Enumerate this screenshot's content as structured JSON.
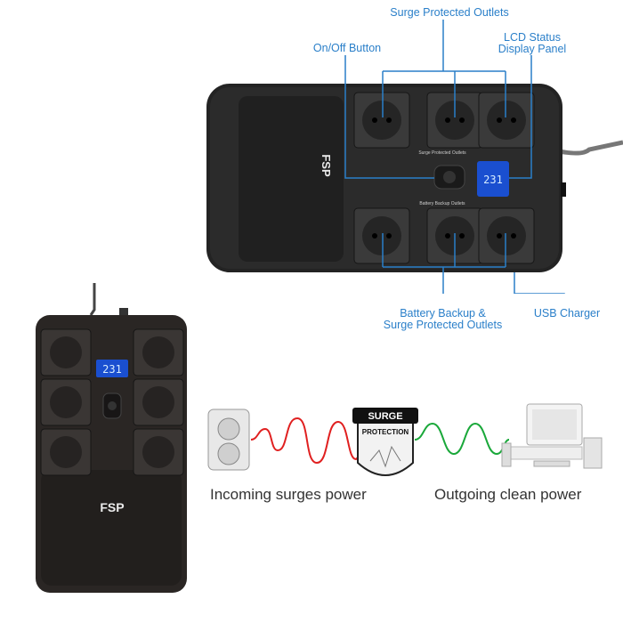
{
  "callouts": {
    "surge_outlets": "Surge Protected Outlets",
    "onoff": "On/Off Button",
    "lcd_line1": "LCD Status",
    "lcd_line2": "Display Panel",
    "battery_line1": "Battery Backup &",
    "battery_line2": "Surge Protected Outlets",
    "usb": "USB Charger"
  },
  "device": {
    "brand": "FSP",
    "lcd_value": "231",
    "panel_label_top": "Surge Protected Outlets",
    "panel_label_bottom": "Battery Backup Outlets"
  },
  "diagram": {
    "badge_line1": "SURGE",
    "badge_line2": "PROTECTION",
    "incoming": "Incoming surges power",
    "outgoing": "Outgoing clean power",
    "colors": {
      "surge_wave": "#e02020",
      "clean_wave": "#1aa83a",
      "callout": "#2a7fc9"
    }
  }
}
